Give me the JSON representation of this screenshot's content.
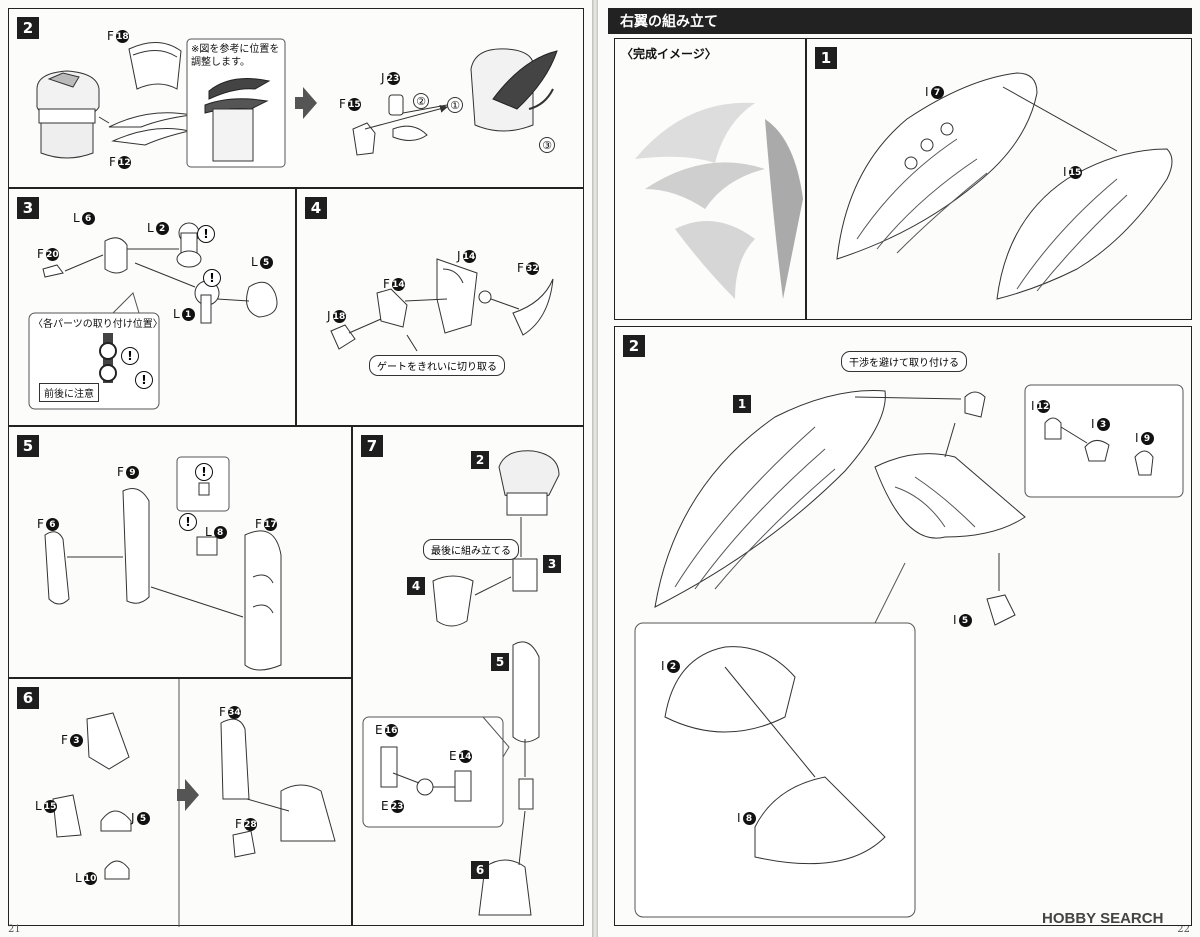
{
  "left_page": {
    "page_number": "21",
    "steps": [
      {
        "num": "2",
        "parts": {
          "f18": "F",
          "f15": "F",
          "f12": "F",
          "j23": "J"
        },
        "note": "※図を参考に位置を調整します。",
        "circles": [
          "①",
          "②",
          "③"
        ]
      },
      {
        "num": "3",
        "parts": {
          "l6": "L",
          "l2": "L",
          "l5": "L",
          "l1": "L",
          "f20": "F"
        },
        "callout_title": "〈各パーツの取り付け位置〉",
        "callout_note": "前後に注意"
      },
      {
        "num": "4",
        "parts": {
          "j14": "J",
          "f32": "F",
          "f14": "F",
          "j18": "J"
        },
        "callout": "ゲートをきれいに切り取る"
      },
      {
        "num": "5",
        "parts": {
          "f9": "F",
          "f6": "F",
          "f17": "F",
          "l8": "L"
        }
      },
      {
        "num": "6",
        "parts": {
          "f3": "F",
          "l15": "L",
          "j5": "J",
          "l10": "L",
          "f34": "F",
          "f28": "F"
        }
      },
      {
        "num": "7",
        "callout": "最後に組み立てる",
        "parts": {
          "e16": "E",
          "e14": "E",
          "e23": "E"
        },
        "refs": [
          "2",
          "3",
          "4",
          "5",
          "6"
        ]
      }
    ]
  },
  "right_page": {
    "page_number": "22",
    "header": "右翼の組み立て",
    "completion_label": "〈完成イメージ〉",
    "step1": {
      "num": "1",
      "parts": {
        "i7": "I",
        "i15": "I"
      }
    },
    "step2": {
      "num": "2",
      "callout": "干渉を避けて取り付ける",
      "parts": {
        "i12": "I",
        "i3": "I",
        "i9": "I",
        "i5": "I",
        "i2": "I",
        "i8": "I"
      },
      "ref": "1"
    },
    "watermark": "HOBBY SEARCH"
  }
}
